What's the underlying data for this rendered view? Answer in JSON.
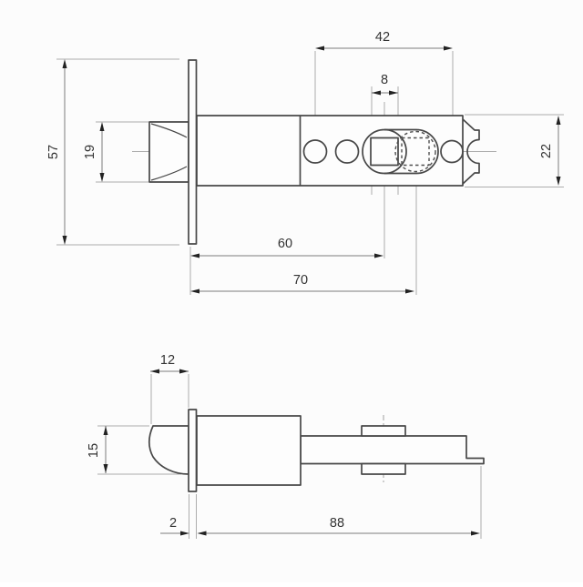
{
  "drawing": {
    "type": "technical-drawing",
    "subject": "tubular latch dimensional drawing, two orthographic views",
    "units": "mm",
    "colors": {
      "background": "#fcfcfc",
      "outline": "#474747",
      "dimension_line": "#7d7d7d",
      "extension_line": "#adadad",
      "arrow": "#222222",
      "text": "#333333"
    },
    "plan_view": {
      "dimensions": {
        "hole_spacing": "42",
        "spindle_square": "8",
        "faceplate_height": "57",
        "bolt_height": "19",
        "case_height": "22",
        "backset_standard": "60",
        "backset_extended": "70"
      }
    },
    "side_view": {
      "dimensions": {
        "bolt_projection": "12",
        "bolt_width": "15",
        "faceplate_thickness": "2",
        "case_length": "88"
      }
    }
  }
}
